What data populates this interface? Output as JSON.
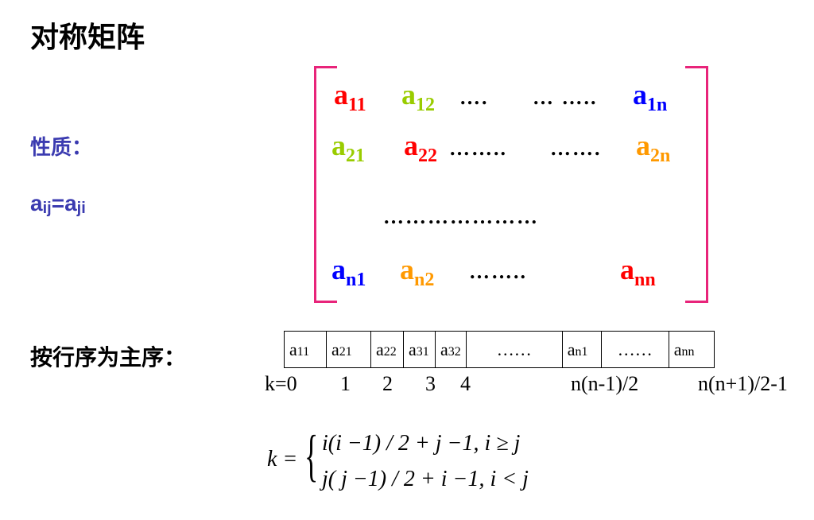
{
  "title": "对称矩阵",
  "property_label": "性质：",
  "property_eq": {
    "a1": "a",
    "s1": "ij",
    "op": "=",
    "a2": "a",
    "s2": "ji"
  },
  "colors": {
    "red": "#ff0000",
    "green": "#99cc00",
    "blue": "#0000ff",
    "orange": "#ff9900",
    "bracket": "#e8247a",
    "label": "#3b3bb0"
  },
  "matrix": {
    "row1": [
      {
        "b": "a",
        "s": "11"
      },
      {
        "b": "a",
        "s": "12"
      },
      {
        "b": "a",
        "s": "1n"
      }
    ],
    "row2": [
      {
        "b": "a",
        "s": "21"
      },
      {
        "b": "a",
        "s": "22"
      },
      {
        "b": "a",
        "s": "2n"
      }
    ],
    "row4": [
      {
        "b": "a",
        "s": "n1"
      },
      {
        "b": "a",
        "s": "n2"
      },
      {
        "b": "a",
        "s": "nn"
      }
    ],
    "dots1a": "….",
    "dots1b": "… …..",
    "dots2a": "……..",
    "dots2b": "…….",
    "dots3": "…………………",
    "dots4": "…….."
  },
  "row_major_label": "按行序为主序：",
  "array_cells": [
    {
      "b": "a",
      "s": "11"
    },
    {
      "b": "a",
      "s": "21"
    },
    {
      "b": "a",
      "s": "22"
    },
    {
      "b": "a",
      "s": "31"
    },
    {
      "b": "a",
      "s": "32"
    },
    {
      "b": "……",
      "s": ""
    },
    {
      "b": "a",
      "s": "n1"
    },
    {
      "b": "……",
      "s": ""
    },
    {
      "b": "a",
      "s": "nn"
    }
  ],
  "k_labels": [
    "k=0",
    "1",
    "2",
    "3",
    "4",
    "n(n-1)/2",
    "n(n+1)/2-1"
  ],
  "formula": {
    "lhs": "k =",
    "case1": "i(i −1) / 2 + j −1,   i ≥ j",
    "case2": "j( j −1) / 2 + i −1, i < j"
  }
}
